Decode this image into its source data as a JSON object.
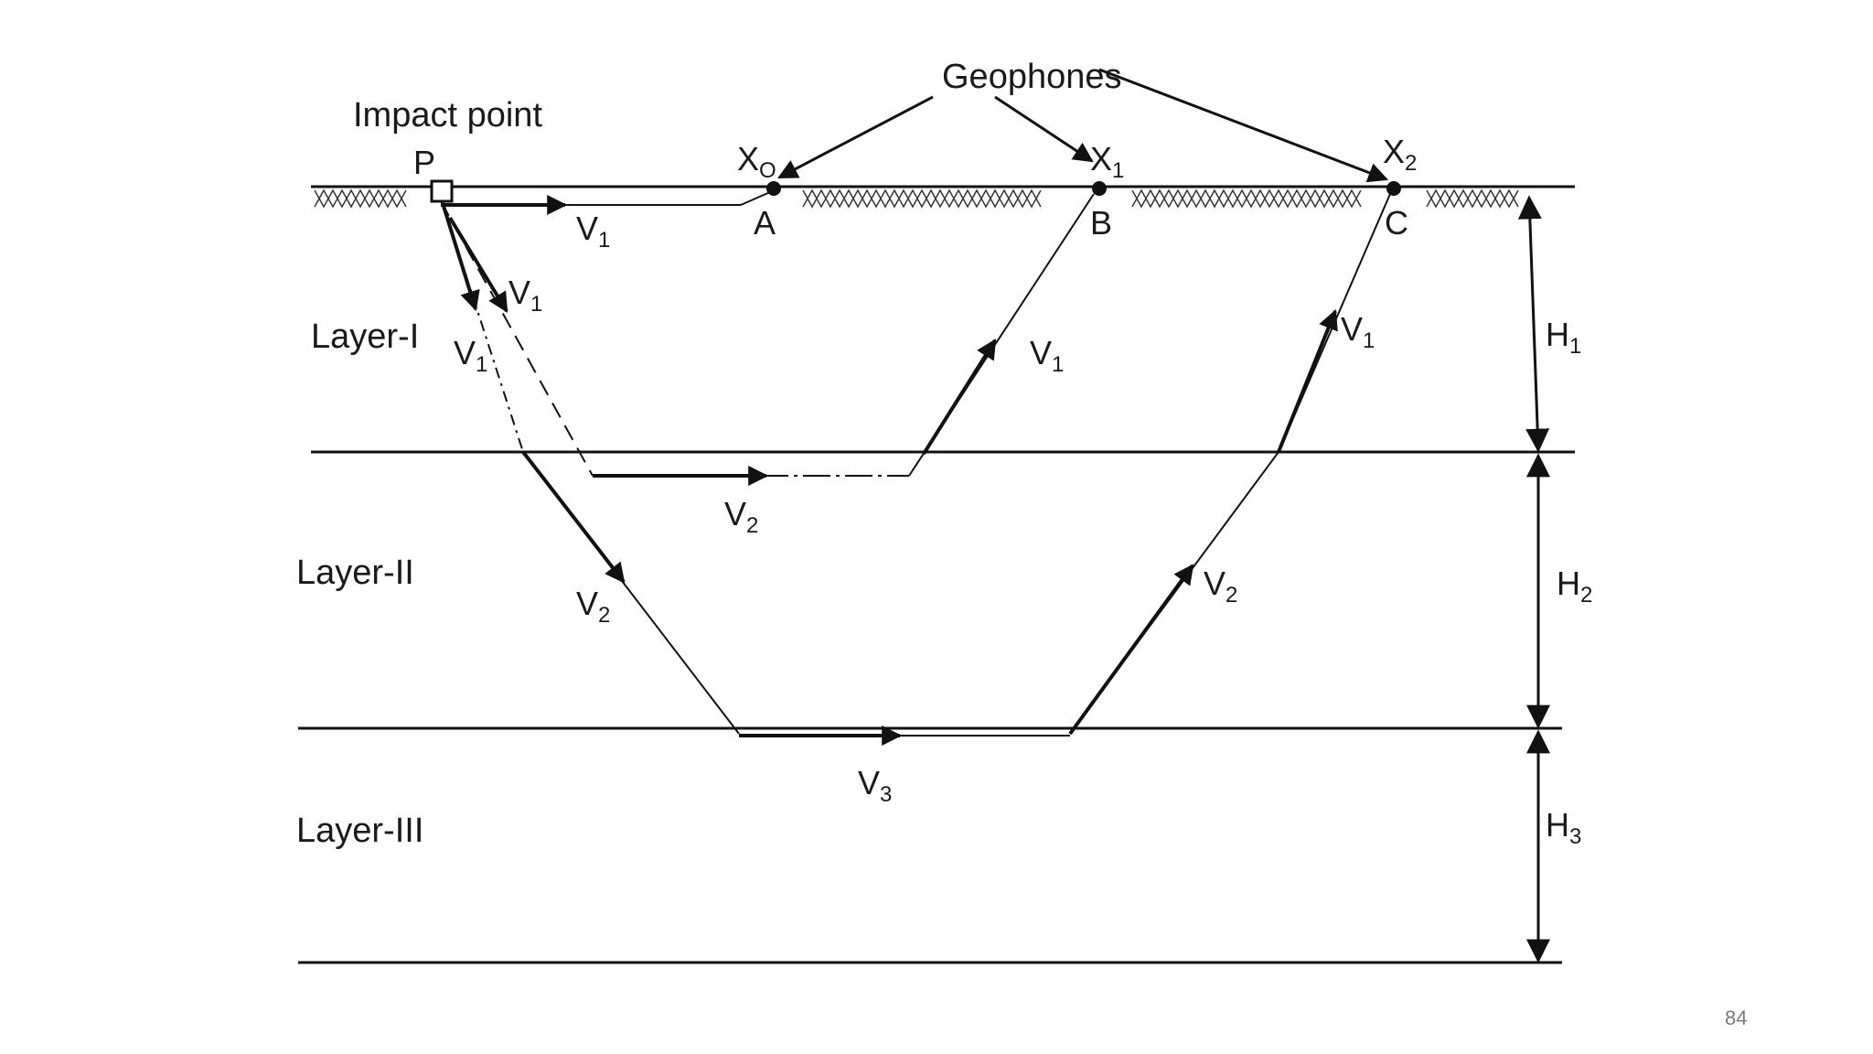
{
  "labels": {
    "geophones": "Geophones",
    "impact_point": "Impact point",
    "P": "P",
    "A": "A",
    "B": "B",
    "C": "C",
    "layer1": "Layer-I",
    "layer2": "Layer-II",
    "layer3": "Layer-III"
  },
  "geophone_marks": [
    {
      "letter": "X",
      "sub": "O"
    },
    {
      "letter": "X",
      "sub": "1"
    },
    {
      "letter": "X",
      "sub": "2"
    }
  ],
  "velocity_labels": [
    {
      "letter": "V",
      "sub": "1"
    },
    {
      "letter": "V",
      "sub": "1"
    },
    {
      "letter": "V",
      "sub": "1"
    },
    {
      "letter": "V",
      "sub": "1"
    },
    {
      "letter": "V",
      "sub": "1"
    },
    {
      "letter": "V",
      "sub": "2"
    },
    {
      "letter": "V",
      "sub": "2"
    },
    {
      "letter": "V",
      "sub": "2"
    },
    {
      "letter": "V",
      "sub": "3"
    }
  ],
  "thickness_labels": [
    {
      "letter": "H",
      "sub": "1"
    },
    {
      "letter": "H",
      "sub": "2"
    },
    {
      "letter": "H",
      "sub": "3"
    }
  ],
  "page_number": "84",
  "colors": {
    "ink": "#111111",
    "page_number": "#7a7a7a",
    "background": "#ffffff"
  }
}
